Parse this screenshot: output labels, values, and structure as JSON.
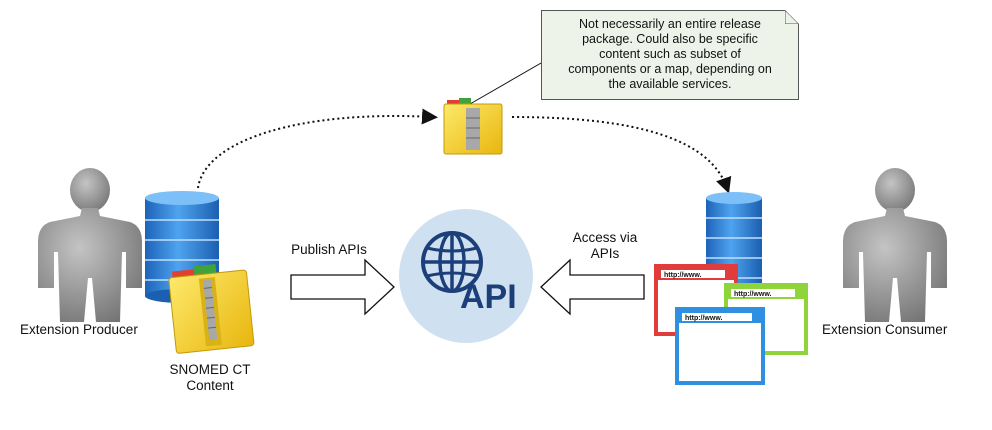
{
  "actors": {
    "producer_label": "Extension Producer",
    "consumer_label": "Extension Consumer"
  },
  "content": {
    "label_line1": "SNOMED CT",
    "label_line2": "Content"
  },
  "arrows": {
    "publish_label": "Publish APIs",
    "access_label_line1": "Access via",
    "access_label_line2": "APIs"
  },
  "api": {
    "label": "API",
    "circle_color": "#cfe1f1",
    "text_color": "#1c3f7a"
  },
  "note": {
    "text_lines": [
      "Not necessarily an entire release",
      "package. Could also be specific",
      "content such as subset of",
      "components or a map, depending on",
      "the available services."
    ]
  },
  "browsers": {
    "url_text": "http://www.",
    "colors": [
      "#e23b3b",
      "#8fd43a",
      "#2f8fe0"
    ]
  },
  "colors": {
    "database_blue": "#2f86e0",
    "folder_yellow": "#f4d21c",
    "person_gray": "#8c8c8c"
  }
}
